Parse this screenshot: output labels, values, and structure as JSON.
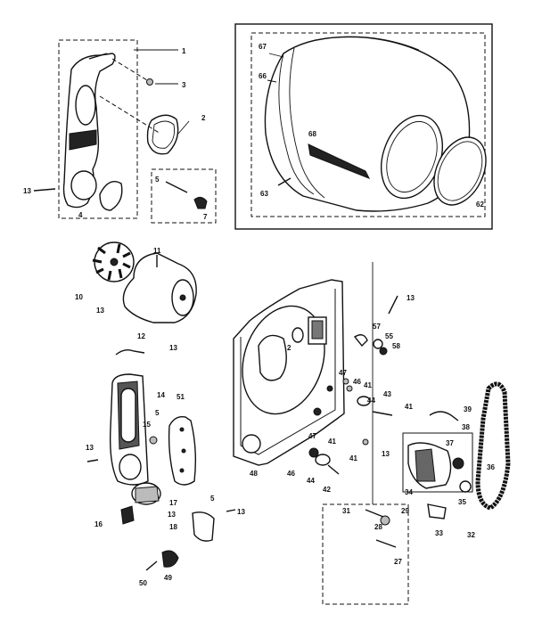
{
  "callouts": [
    "1",
    "3",
    "2",
    "5",
    "7",
    "13",
    "4",
    "67",
    "66",
    "68",
    "63",
    "62",
    "10",
    "11",
    "13",
    "12",
    "13",
    "14",
    "51",
    "15",
    "5",
    "13",
    "17",
    "5",
    "16",
    "13",
    "18",
    "13",
    "50",
    "49",
    "13",
    "57",
    "55",
    "58",
    "47",
    "46",
    "41",
    "2",
    "44",
    "43",
    "41",
    "48",
    "47",
    "41",
    "46",
    "44",
    "42",
    "13",
    "41",
    "39",
    "38",
    "37",
    "36",
    "34",
    "35",
    "32",
    "31",
    "29",
    "28",
    "33",
    "27"
  ]
}
